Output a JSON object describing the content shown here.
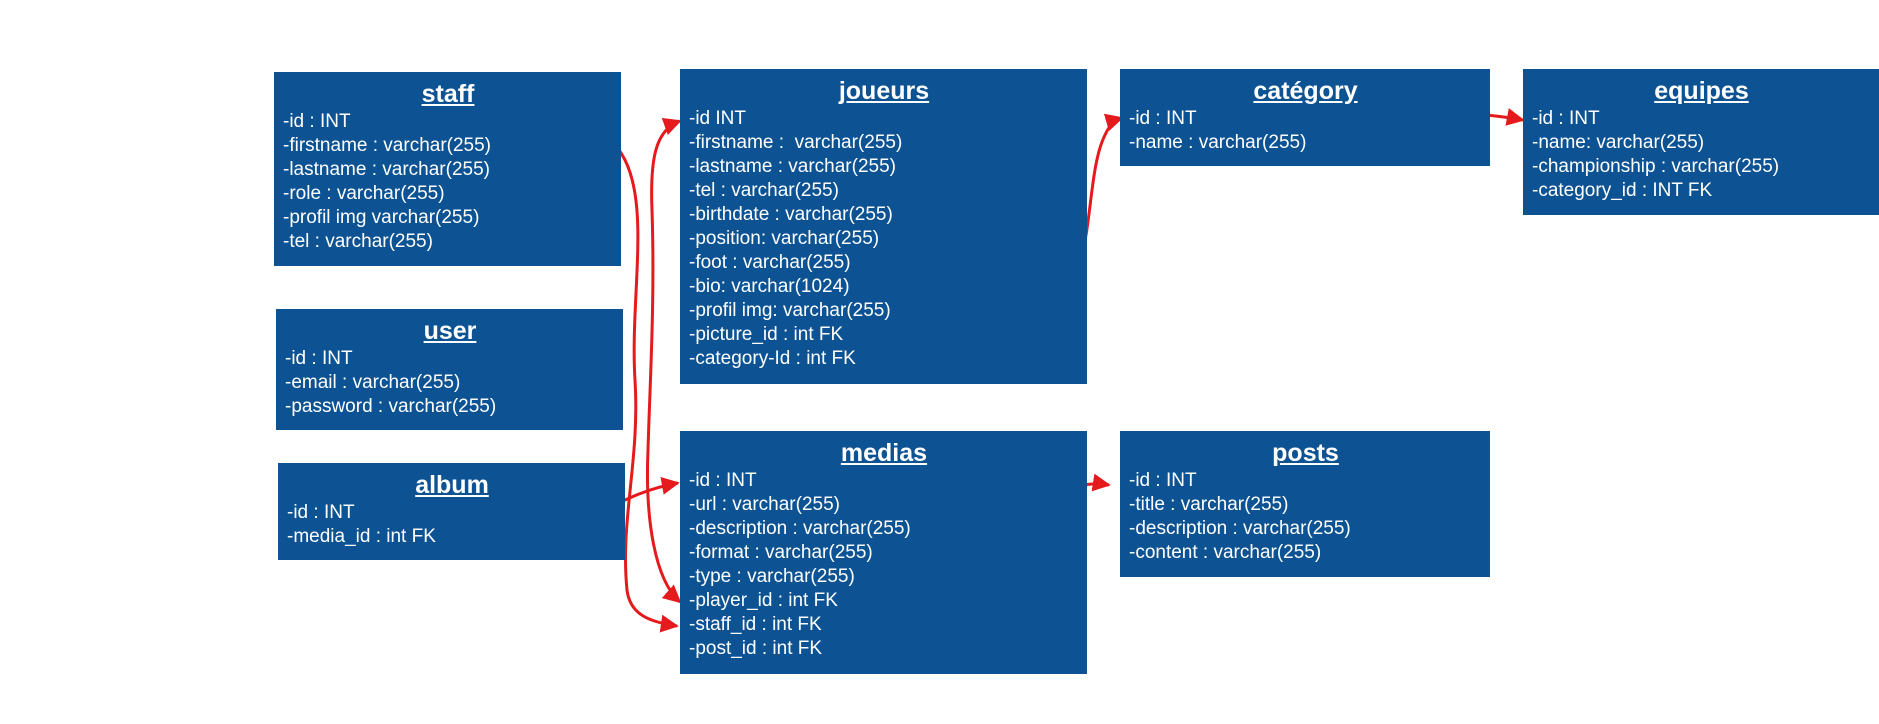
{
  "tables": {
    "staff": {
      "title": "staff",
      "fields": [
        "-id : INT",
        "-firstname : varchar(255)",
        "-lastname : varchar(255)",
        "-role : varchar(255)",
        "-profil img varchar(255)",
        "-tel : varchar(255)"
      ]
    },
    "user": {
      "title": "user",
      "fields": [
        "-id : INT",
        "-email : varchar(255)",
        "-password : varchar(255)"
      ]
    },
    "album": {
      "title": "album",
      "fields": [
        "-id : INT",
        "-media_id : int FK"
      ]
    },
    "joueurs": {
      "title": "joueurs",
      "fields": [
        "-id INT",
        "-firstname :  varchar(255)",
        "-lastname : varchar(255)",
        "-tel : varchar(255)",
        "-birthdate : varchar(255)",
        "-position: varchar(255)",
        "-foot : varchar(255)",
        "-bio: varchar(1024)",
        "-profil img: varchar(255)",
        "-picture_id : int FK",
        "-category-Id : int FK"
      ]
    },
    "medias": {
      "title": "medias",
      "fields": [
        "-id : INT",
        "-url : varchar(255)",
        "-description : varchar(255)",
        "-format : varchar(255)",
        "-type : varchar(255)",
        "-player_id : int FK",
        "-staff_id : int FK",
        "-post_id : int FK"
      ]
    },
    "category": {
      "title": "catégory",
      "fields": [
        "-id : INT",
        "-name : varchar(255)"
      ]
    },
    "posts": {
      "title": "posts",
      "fields": [
        "-id : INT",
        "-title : varchar(255)",
        "-description : varchar(255)",
        "-content : varchar(255)"
      ]
    },
    "equipes": {
      "title": "equipes",
      "fields": [
        "-id : INT",
        "-name: varchar(255)",
        "-championship : varchar(255)",
        "-category_id : INT FK"
      ]
    }
  },
  "colors": {
    "table_fill": "#0d5394",
    "text": "#ffffff",
    "relation": "#e41a1c"
  }
}
